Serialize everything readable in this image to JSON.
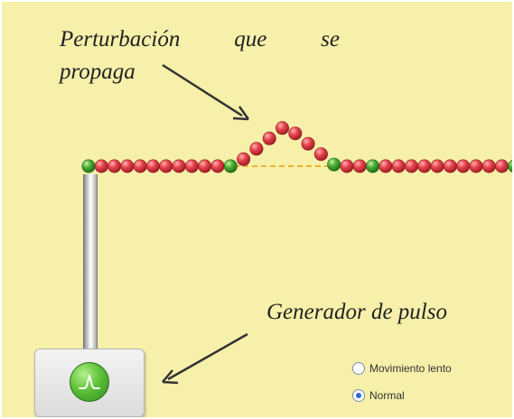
{
  "annotations": {
    "propagation_words": [
      "Perturbación",
      "que",
      "se"
    ],
    "propagation_line2": "propaga",
    "generator": "Generador de pulso"
  },
  "controls": {
    "pulse_button_icon": "pulse-icon",
    "speed_options": [
      {
        "label": "Movimiento lento",
        "selected": false
      },
      {
        "label": "Normal",
        "selected": true
      }
    ]
  },
  "colors": {
    "background": "#f7f0aa",
    "bead_red": "#e8454f",
    "bead_green": "#4caf35",
    "rest_line": "#f0b030"
  }
}
